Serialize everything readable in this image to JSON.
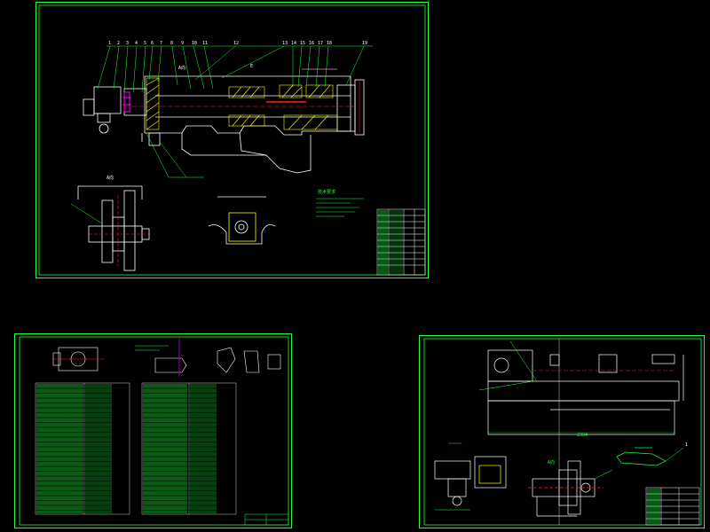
{
  "colors": {
    "background": "#000000",
    "frame": "#1dff3a",
    "outline": "#ffffff",
    "hatch": "#ffff00",
    "leader": "#00ff00",
    "accent_red": "#ff2020",
    "accent_magenta": "#ff00ff",
    "text_white": "#ffffff",
    "text_green": "#1dff3a"
  },
  "sheet1": {
    "section_label": "A向",
    "view_label": "A向",
    "note_title": "技术要求"
  },
  "sheet3": {
    "dimension_text": "2304",
    "view_label": "A向",
    "cut_label": "1"
  },
  "icons": {
    "dimension_arrow": "arrow-icon"
  }
}
